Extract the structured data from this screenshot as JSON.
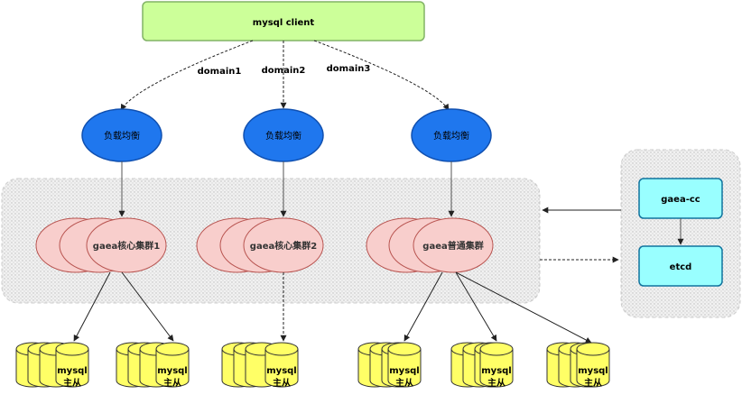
{
  "client": {
    "label": "mysql client"
  },
  "domains": [
    {
      "label": "domain1"
    },
    {
      "label": "domain2"
    },
    {
      "label": "domain3"
    }
  ],
  "load_balancers": [
    {
      "label": "负载均衡"
    },
    {
      "label": "负载均衡"
    },
    {
      "label": "负载均衡"
    }
  ],
  "clusters": [
    {
      "label": "gaea核心集群1"
    },
    {
      "label": "gaea核心集群2"
    },
    {
      "label": "gaea普通集群"
    }
  ],
  "control": {
    "cc_label": "gaea-cc",
    "etcd_label": "etcd"
  },
  "db_groups": [
    {
      "line1": "mysql",
      "line2": "主从"
    },
    {
      "line1": "mysql",
      "line2": "主从"
    },
    {
      "line1": "mysql",
      "line2": "主从"
    },
    {
      "line1": "mysql",
      "line2": "主从"
    },
    {
      "line1": "mysql",
      "line2": "主从"
    },
    {
      "line1": "mysql",
      "line2": "主从"
    }
  ],
  "colors": {
    "client_fill": "#ccff99",
    "client_stroke": "#82b366",
    "lb_fill": "#1f77ee",
    "lb_stroke": "#1050b0",
    "cluster_fill": "#f8cecc",
    "cluster_stroke": "#b85450",
    "control_fill": "#99ffff",
    "control_stroke": "#10739e",
    "db_fill": "#ffff66",
    "db_stroke": "#333333",
    "region_stroke": "#cccccc"
  }
}
